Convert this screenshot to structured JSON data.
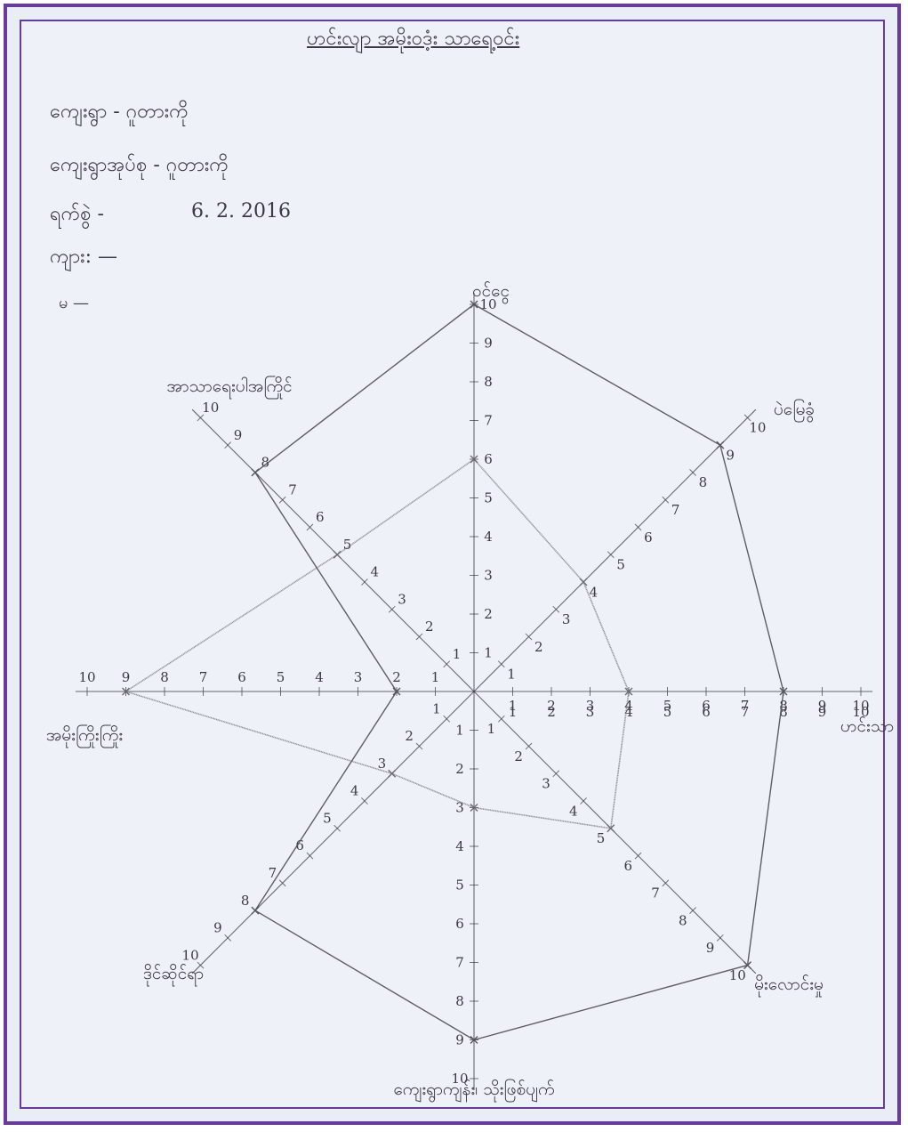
{
  "header": {
    "title": "ဟင်းလျာ အမိုးဝဒံ့း သာရေ့ဝင်း",
    "field1": "ကျေးရွာ - ဂူတားကို",
    "field2": "ကျေးရွာအုပ်စု - ဂူတားကို",
    "date_label": "ရက်စွဲ -",
    "date": "6. 2. 2016",
    "field4": "ကျား: —",
    "field5": "မ —"
  },
  "chart_data": {
    "type": "radar",
    "axes": [
      "ဝင်ငွေ",
      "ပဲမြေခွံ",
      "ဟင်းသာ",
      "မိုးလောင်းမှု",
      "ကျေးရွာကျန်း၊ သိုးဖြစ်ပျက်",
      "ဒိုင်ဆိုင်ရာ",
      "အမိုးကြိုးကြိုး",
      "အာသာရေးပါအကြိုင်"
    ],
    "ticks": [
      "1",
      "2",
      "3",
      "4",
      "5",
      "6",
      "7",
      "8",
      "9",
      "10"
    ],
    "rmax": 10,
    "series": [
      {
        "values": [
          10,
          9,
          8,
          10,
          9,
          8,
          2,
          8
        ],
        "color": "#55555e",
        "stroke_style": "solid"
      },
      {
        "values": [
          6,
          4,
          4,
          5,
          3,
          3,
          9,
          5
        ],
        "color": "#6b6b74",
        "stroke_style": "rough"
      }
    ],
    "colors": {
      "paper": "#eef1f7",
      "pencil": "#3a3a44",
      "frame": "#6a3aa0"
    }
  }
}
